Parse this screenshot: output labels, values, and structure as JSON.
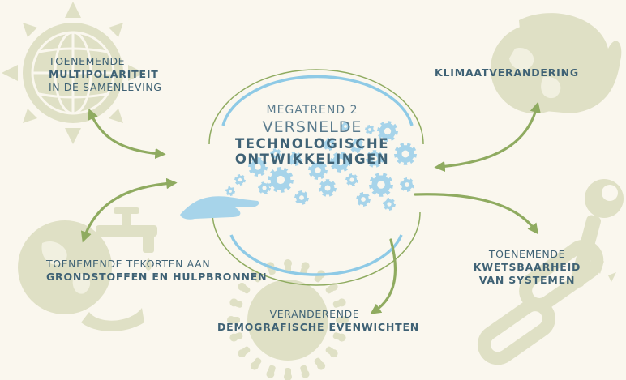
{
  "center": {
    "kicker": "MEGATREND 2",
    "title_line1": "VERSNELDE",
    "title_line2": "TECHNOLOGISCHE ONTWIKKELINGEN"
  },
  "trends": [
    {
      "line1": "TOENEMENDE",
      "line2": "MULTIPOLARITEIT",
      "line3": "IN DE SAMENLEVING",
      "icon": "globe-sun-icon"
    },
    {
      "line1": "",
      "line2": "KLIMAATVERANDERING",
      "line3": "",
      "icon": "burning-globe-icon"
    },
    {
      "line1": "TOENEMENDE TEKORTEN AAN",
      "line2": "GRONDSTOFFEN EN HULPBRONNEN",
      "line3": "",
      "icon": "globe-faucet-icon"
    },
    {
      "line1": "VERANDERENDE",
      "line2": "DEMOGRAFISCHE EVENWICHTEN",
      "line3": "",
      "icon": "people-globe-icon"
    },
    {
      "line1": "TOENEMENDE",
      "line2": "KWETSBAARHEID",
      "line3": "VAN SYSTEMEN",
      "icon": "broken-chain-wrench-icon"
    }
  ],
  "colors": {
    "background": "#faf7ee",
    "icon_fill": "#dfe0c5",
    "arrow": "#8fab60",
    "arc_blue": "#8ecae6",
    "gear_blue": "#a7d4ea",
    "text": "#3f6275"
  }
}
